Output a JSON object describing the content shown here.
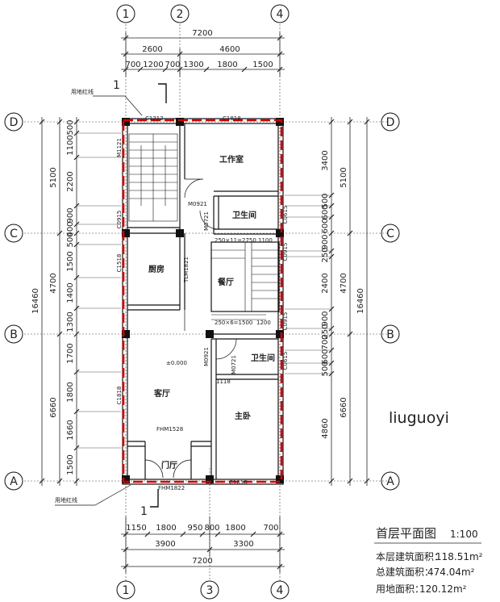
{
  "axes": {
    "top": [
      "1",
      "2",
      "4"
    ],
    "bottom": [
      "1",
      "3",
      "4"
    ],
    "left": [
      "D",
      "C",
      "B",
      "A"
    ],
    "right": [
      "D",
      "C",
      "B",
      "A"
    ]
  },
  "dims": {
    "top_total": "7200",
    "top_mid": [
      "2600",
      "4600"
    ],
    "top_detail": [
      "700",
      "1200",
      "700",
      "1300",
      "1800",
      "1500"
    ],
    "bottom_detail": [
      "1150",
      "1800",
      "950",
      "800",
      "1800",
      "700"
    ],
    "bottom_mid": [
      "3900",
      "3300"
    ],
    "bottom_total": "7200",
    "left_detail": [
      "500",
      "1100",
      "2200",
      "900",
      "400",
      "500",
      "1500",
      "1400",
      "1300",
      "1700",
      "1800",
      "1660",
      "1500"
    ],
    "left_mid": [
      "5100",
      "4700",
      "6660"
    ],
    "left_total": "16460",
    "right_detail": [
      "3400",
      "500",
      "600",
      "600",
      "900",
      "250",
      "2400",
      "900",
      "250",
      "700",
      "600",
      "500",
      "4860"
    ],
    "right_mid": [
      "5100",
      "4700",
      "6660"
    ],
    "right_total": "16460"
  },
  "rooms": {
    "study": "工作室",
    "bath_upper": "卫生间",
    "kitchen": "厨房",
    "dining": "餐厅",
    "bath_lower": "卫生间",
    "living": "客厅",
    "master": "主卧",
    "foyer": "门厅"
  },
  "labels": {
    "site_line_top": "用地红线",
    "site_line_bottom": "用地红线",
    "section_mark": "1",
    "elevation_mark": "±0.000",
    "window_c1212": "C1212",
    "window_c1818": "C1818",
    "door_m1121": "M1121",
    "door_m0921_a": "M0921",
    "door_m0721_a": "M0721",
    "window_c0915_a": "C0915",
    "window_c0615_a": "C0615",
    "window_c1518": "C1518",
    "door_tlm1821": "TLM1821",
    "window_c0915_b": "C0915",
    "door_m0921_b": "M0921",
    "door_m0721_b": "M0721",
    "window_c0615_b": "C0615",
    "window_c1818_b": "C1818",
    "door_fhm1528": "FHM1528",
    "door_fhm1822": "FHM1822",
    "window_c1818_bottom": "C1818",
    "stair_note_upper": "250×11=2750",
    "stair_note_mid": "1100",
    "stair_note_lower": "250×6=1500",
    "stair_note_1200": "1200",
    "dim_1118": "1118"
  },
  "watermark": "liuguoyi",
  "title": {
    "name": "首层平面图",
    "scale": "1:100",
    "floor_area_label": "本层建筑面积：",
    "floor_area_value": "118.51m²",
    "total_area_label": "总建筑面积：",
    "total_area_value": "474.04m²",
    "site_area_label": "用地面积：",
    "site_area_value": "120.12m²"
  }
}
